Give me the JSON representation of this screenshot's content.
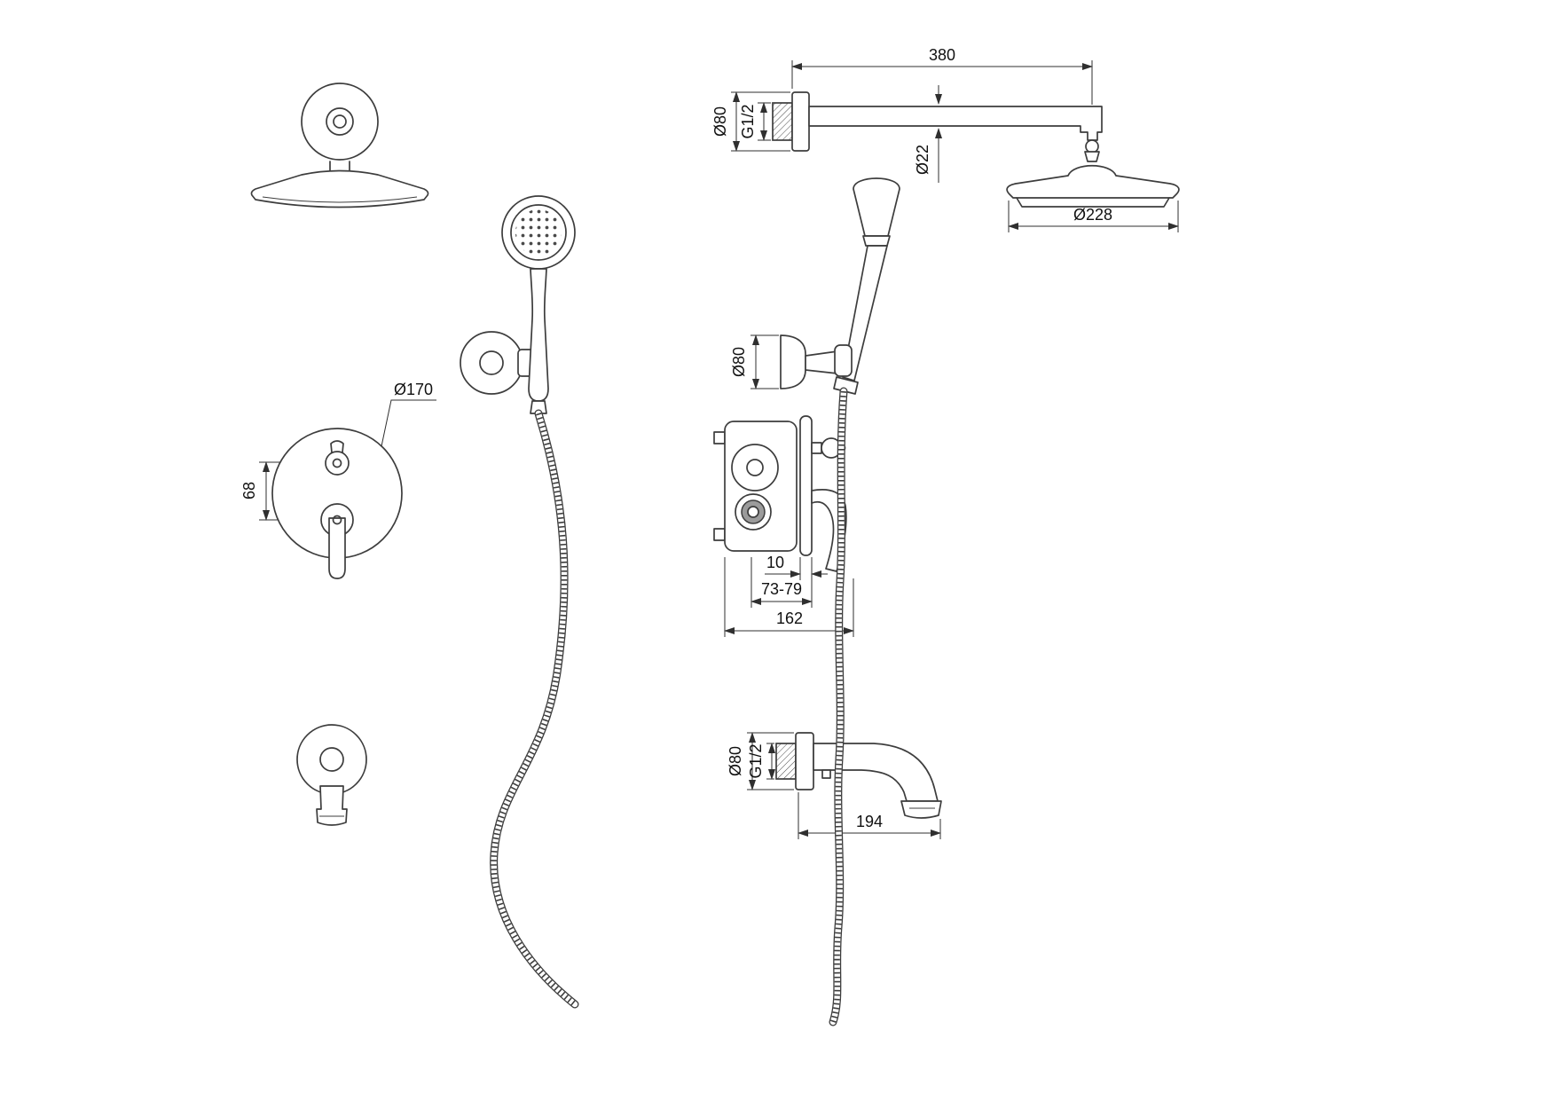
{
  "dims": {
    "arm_length": "380",
    "arm_flange_diameter": "Ø80",
    "arm_thread": "G1/2",
    "arm_tube_diameter": "Ø22",
    "head_diameter": "Ø228",
    "valve_plate_diameter": "Ø170",
    "control_spacing": "68",
    "bracket_flange_diameter": "Ø80",
    "plate_thickness": "10",
    "installation_depth": "73-79",
    "valve_total_depth": "162",
    "spout_flange_diameter": "Ø80",
    "spout_thread": "G1/2",
    "spout_length": "194"
  },
  "colors": {
    "line": "#3d3d3d",
    "dimension": "#2f2f2f",
    "text": "#111111",
    "background": "#ffffff"
  }
}
